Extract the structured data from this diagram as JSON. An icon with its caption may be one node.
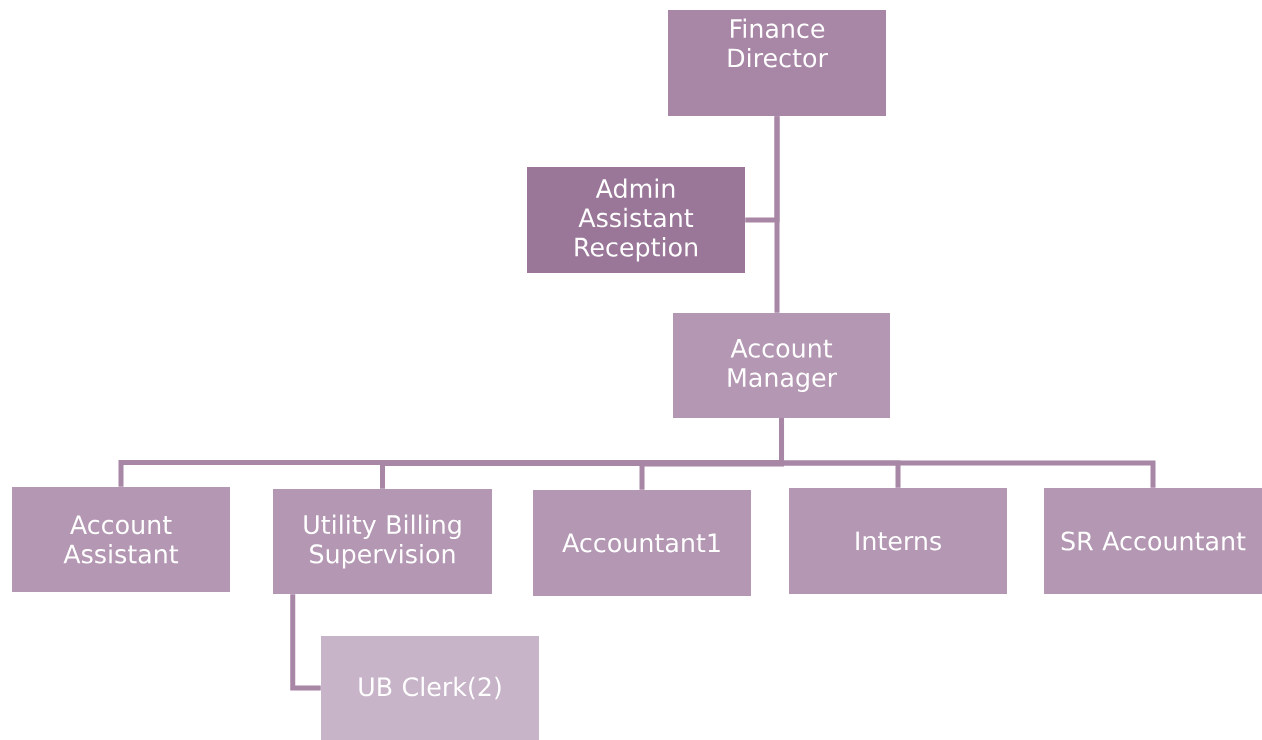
{
  "diagram": {
    "nodes": [
      {
        "text": [
          "Finance Director"
        ]
      },
      {
        "text": [
          "Admin Assistant Reception"
        ]
      },
      {
        "text": [
          "Account Manager"
        ]
      },
      {
        "text": [
          "Account Assistant"
        ]
      },
      {
        "text": [
          "Utility Billing Supervision"
        ]
      },
      {
        "text": [
          "Accountant1"
        ]
      },
      {
        "text": [
          "Interns"
        ]
      },
      {
        "text": [
          "SR Accountant"
        ]
      },
      {
        "text": [
          "UB Clerk(2)"
        ]
      }
    ],
    "edges": [
      {
        "from": 0,
        "to": 2,
        "arrow": "none"
      },
      {
        "from": 0,
        "to": 1,
        "arrow": "none"
      },
      {
        "from": 2,
        "to": 3,
        "arrow": "none"
      },
      {
        "from": 2,
        "to": 4,
        "arrow": "none"
      },
      {
        "from": 2,
        "to": 5,
        "arrow": "none"
      },
      {
        "from": 2,
        "to": 6,
        "arrow": "none"
      },
      {
        "from": 2,
        "to": 7,
        "arrow": "none"
      },
      {
        "from": 4,
        "to": 8,
        "arrow": "none"
      }
    ]
  }
}
